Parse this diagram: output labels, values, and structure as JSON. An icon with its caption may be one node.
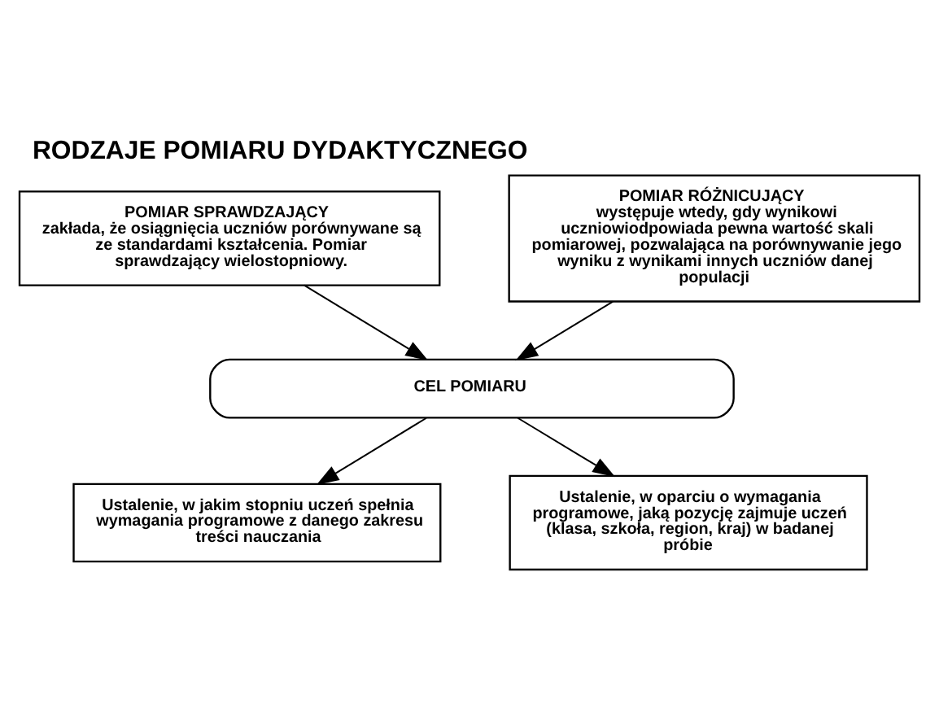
{
  "diagram": {
    "title": "RODZAJE POMIARU DYDAKTYCZNEGO",
    "nodes": [
      {
        "text": [
          "POMIAR SPRAWDZAJĄCY",
          "zakłada, że osiągnięcia uczniów porównywane są ze standardami kształcenia. Pomiar sprawdzający wielostopniowy."
        ]
      },
      {
        "text": [
          "POMIAR RÓŻNICUJĄCY",
          "występuje wtedy, gdy wynikowi uczniowiodpowiada pewna wartość skali pomiarowej, pozwalająca na porównywanie jego wyniku z wynikami innych uczniów danej populacji"
        ]
      },
      {
        "text": [
          "CEL POMIARU"
        ]
      },
      {
        "text": [
          "Ustalenie, w jakim stopniu uczeń spełnia wymagania programowe z danego zakresu treści nauczania"
        ]
      },
      {
        "text": [
          "Ustalenie, w oparciu o wymagania programowe, jaką pozycję zajmuje uczeń (klasa, szkoła, region, kraj) w badanej próbie"
        ]
      }
    ],
    "edges": [
      {
        "from": 0,
        "to": 2,
        "arrow": "to"
      },
      {
        "from": 1,
        "to": 2,
        "arrow": "to"
      },
      {
        "from": 2,
        "to": 3,
        "arrow": "to"
      },
      {
        "from": 2,
        "to": 4,
        "arrow": "to"
      }
    ]
  }
}
